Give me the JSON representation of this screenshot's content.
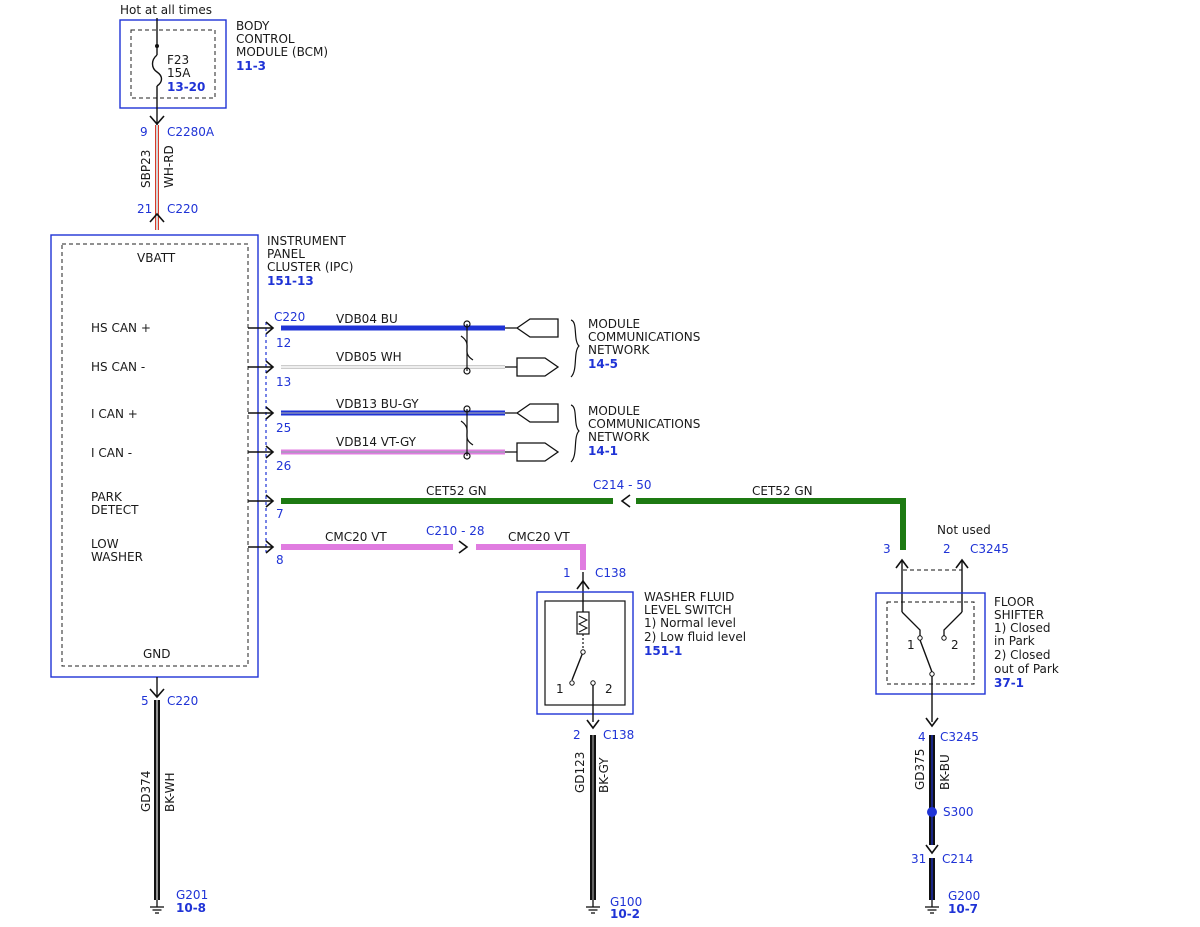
{
  "bcm": {
    "hot_label": "Hot at all times",
    "name_lines": [
      "BODY",
      "CONTROL",
      "MODULE (BCM)"
    ],
    "ref": "11-3",
    "fuse_name": "F23",
    "fuse_rating": "15A",
    "fuse_ref": "13-20"
  },
  "feed": {
    "pin_top": "9",
    "conn_top": "C2280A",
    "circuit": "SBP23",
    "color": "WH-RD",
    "pin_bottom": "21",
    "conn_bottom": "C220"
  },
  "ipc": {
    "name_lines": [
      "INSTRUMENT",
      "PANEL",
      "CLUSTER (IPC)"
    ],
    "ref": "151-13",
    "vbatt": "VBATT",
    "gnd": "GND",
    "pins": {
      "hs_can_p": "HS CAN +",
      "hs_can_n": "HS CAN -",
      "i_can_p": "I CAN +",
      "i_can_n": "I CAN -",
      "park_1": "PARK",
      "park_2": "DETECT",
      "low_1": "LOW",
      "low_2": "WASHER"
    },
    "conn": "C220"
  },
  "wires": {
    "vdb04": {
      "pin": "12",
      "label": "VDB04  BU"
    },
    "vdb05": {
      "pin": "13",
      "label": "VDB05  WH"
    },
    "vdb13": {
      "pin": "25",
      "label": "VDB13  BU-GY"
    },
    "vdb14": {
      "pin": "26",
      "label": "VDB14  VT-GY"
    },
    "cet52": {
      "pin": "7",
      "label": "CET52  GN",
      "inline": "C214 - 50"
    },
    "cmc20": {
      "pin": "8",
      "label": "CMC20  VT",
      "inline": "C210 - 28"
    }
  },
  "mcn": [
    {
      "lines": [
        "MODULE",
        "COMMUNICATIONS",
        "NETWORK"
      ],
      "ref": "14-5"
    },
    {
      "lines": [
        "MODULE",
        "COMMUNICATIONS",
        "NETWORK"
      ],
      "ref": "14-1"
    }
  ],
  "washer_switch": {
    "name_lines": [
      "WASHER FLUID",
      "LEVEL SWITCH",
      "1) Normal level",
      "2) Low fluid level"
    ],
    "ref": "151-1",
    "pin_in": "1",
    "conn": "C138",
    "pin_out": "2",
    "pos1": "1",
    "pos2": "2"
  },
  "floor_shifter": {
    "not_used": "Not used",
    "pin_a": "3",
    "pin_b": "2",
    "conn": "C3245",
    "name_lines": [
      "FLOOR",
      "SHIFTER",
      "1) Closed",
      "in Park",
      "2) Closed",
      "out of Park"
    ],
    "ref": "37-1",
    "pos1": "1",
    "pos2": "2"
  },
  "grounds": {
    "ipc": {
      "pin": "5",
      "conn": "C220",
      "circuit": "GD374",
      "color": "BK-WH",
      "ground": "G201",
      "ref": "10-8"
    },
    "washer": {
      "pin": "2",
      "conn": "C138",
      "circuit": "GD123",
      "color": "BK-GY",
      "ground": "G100",
      "ref": "10-2"
    },
    "shifter": {
      "pin": "4",
      "conn": "C3245",
      "circuit": "GD375",
      "color": "BK-BU",
      "splice": "S300",
      "pin2": "31",
      "conn2": "C214",
      "ground": "G200",
      "ref": "10-7"
    }
  },
  "colors": {
    "blue": "#1f33d6",
    "green": "#1d7a12",
    "violet": "#e07ce0",
    "white_wire": "#d8d8d8",
    "black_wire": "#111111",
    "red_trace": "#d83a2a"
  }
}
